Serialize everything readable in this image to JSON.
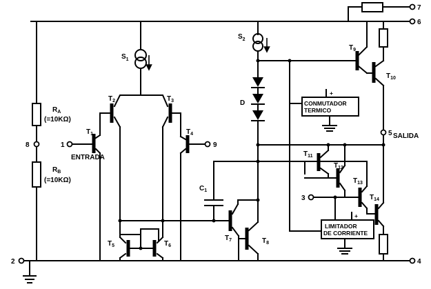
{
  "terminals": {
    "t1": "1",
    "t2": "2",
    "t3": "3",
    "t4": "4",
    "t5": "5",
    "t6": "6",
    "t7": "7",
    "t8": "8",
    "t9": "9"
  },
  "sources": {
    "s1": "S",
    "s1_sub": "1",
    "s2": "S",
    "s2_sub": "2"
  },
  "resistors": {
    "ra": "R",
    "ra_sub": "A",
    "ra_value": "(=10KΩ)",
    "rb": "R",
    "rb_sub": "B",
    "rb_value": "(=10KΩ)"
  },
  "transistors": {
    "t1": "T",
    "t1_sub": "1",
    "t2": "T",
    "t2_sub": "2",
    "t3": "T",
    "t3_sub": "3",
    "t4": "T",
    "t4_sub": "4",
    "t5": "T",
    "t5_sub": "5",
    "t6": "T",
    "t6_sub": "6",
    "t7": "T",
    "t7_sub": "7",
    "t8": "T",
    "t8_sub": "8",
    "t9": "T",
    "t9_sub": "9",
    "t10": "T",
    "t10_sub": "10",
    "t11": "T",
    "t11_sub": "11",
    "t12": "T",
    "t12_sub": "12",
    "t13": "T",
    "t13_sub": "13",
    "t14": "T",
    "t14_sub": "14"
  },
  "capacitor": {
    "c1": "C",
    "c1_sub": "1"
  },
  "diode": {
    "d": "D"
  },
  "labels": {
    "entrada": "ENTRADA",
    "salida": "SALIDA"
  },
  "blocks": {
    "thermal_line1": "CONMUTADOR",
    "thermal_line2": "TERMICO",
    "thermal_plus": "+",
    "limiter_line1": "LIMITADOR",
    "limiter_line2": "DE CORRIENTE",
    "limiter_plus": "+"
  }
}
